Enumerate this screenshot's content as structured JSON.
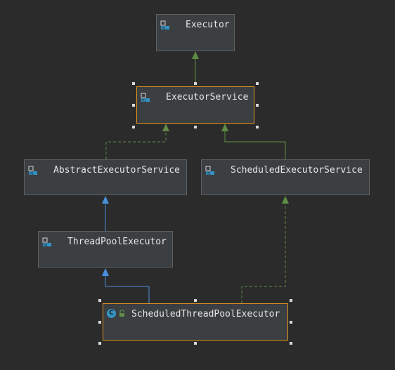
{
  "diagram": {
    "nodes": {
      "executor": {
        "label": "Executor",
        "kind": "interface"
      },
      "executor_service": {
        "label": "ExecutorService",
        "kind": "interface"
      },
      "abstract_executor_service": {
        "label": "AbstractExecutorService",
        "kind": "abstract-class"
      },
      "scheduled_executor_service": {
        "label": "ScheduledExecutorService",
        "kind": "interface"
      },
      "thread_pool_executor": {
        "label": "ThreadPoolExecutor",
        "kind": "class"
      },
      "scheduled_thread_pool_executor": {
        "label": "ScheduledThreadPoolExecutor",
        "kind": "class"
      }
    },
    "class_icon_letter": "C",
    "edges": [
      {
        "from": "executor_service",
        "to": "executor",
        "relation": "extends"
      },
      {
        "from": "abstract_executor_service",
        "to": "executor_service",
        "relation": "implements"
      },
      {
        "from": "scheduled_executor_service",
        "to": "executor_service",
        "relation": "extends"
      },
      {
        "from": "thread_pool_executor",
        "to": "abstract_executor_service",
        "relation": "extends"
      },
      {
        "from": "scheduled_thread_pool_executor",
        "to": "thread_pool_executor",
        "relation": "extends"
      },
      {
        "from": "scheduled_thread_pool_executor",
        "to": "scheduled_executor_service",
        "relation": "implements"
      }
    ],
    "colors": {
      "background": "#2b2b2b",
      "node_fill": "#3c3f41",
      "node_border": "#5e6164",
      "selected_border": "#e0941f",
      "interface_edge": "#5f8c46",
      "class_edge": "#4a8fdc",
      "class_icon": "#3592c4"
    },
    "selected": [
      "executor_service",
      "scheduled_thread_pool_executor"
    ]
  }
}
